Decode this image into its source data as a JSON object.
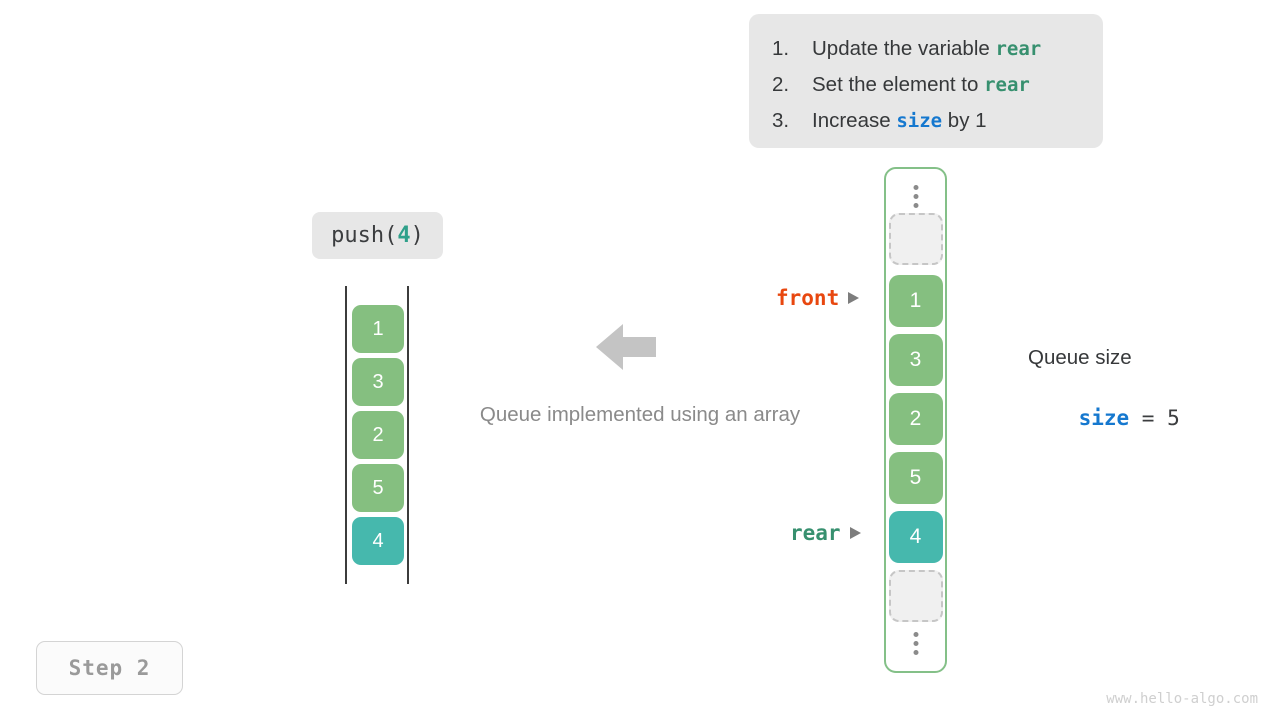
{
  "steps_box": {
    "items": [
      {
        "num": "1.",
        "pre": "Update the variable ",
        "code": "rear",
        "code_style": "teal",
        "post": ""
      },
      {
        "num": "2.",
        "pre": "Set the element to ",
        "code": "rear",
        "code_style": "teal",
        "post": ""
      },
      {
        "num": "3.",
        "pre": "Increase ",
        "code": "size",
        "code_style": "blue",
        "post": " by 1"
      }
    ]
  },
  "operation": {
    "name": "push(",
    "arg": "4",
    "close": ")"
  },
  "left_array": {
    "cells": [
      {
        "value": "1",
        "state": "green"
      },
      {
        "value": "3",
        "state": "green"
      },
      {
        "value": "2",
        "state": "green"
      },
      {
        "value": "5",
        "state": "green"
      },
      {
        "value": "4",
        "state": "teal"
      }
    ]
  },
  "caption": "Queue implemented using an array",
  "circular_array": {
    "top_ellipsis": "vertical-ellipsis",
    "bottom_ellipsis": "vertical-ellipsis",
    "cells": [
      {
        "value": "",
        "state": "empty"
      },
      {
        "value": "1",
        "state": "green"
      },
      {
        "value": "3",
        "state": "green"
      },
      {
        "value": "2",
        "state": "green"
      },
      {
        "value": "5",
        "state": "green"
      },
      {
        "value": "4",
        "state": "teal"
      },
      {
        "value": "",
        "state": "empty"
      }
    ]
  },
  "pointers": {
    "front": {
      "label": "front",
      "color": "#e8470f"
    },
    "rear": {
      "label": "rear",
      "color": "#37906f"
    }
  },
  "size_info": {
    "title": "Queue size",
    "var": "size",
    "operator": " = ",
    "value": "5"
  },
  "step_badge": "Step 2",
  "watermark": "www.hello-algo.com",
  "colors": {
    "green_cell": "#85bf80",
    "teal_cell": "#46b8ad",
    "empty_cell_fill": "#f0f0f0",
    "empty_cell_border": "#c6c6c6",
    "container_border": "#84c088",
    "box_bg": "#e7e7e7",
    "front_orange": "#e8470f",
    "rear_teal": "#37906f",
    "size_blue": "#1578cf",
    "arrow_gray": "#c4c4c4"
  }
}
